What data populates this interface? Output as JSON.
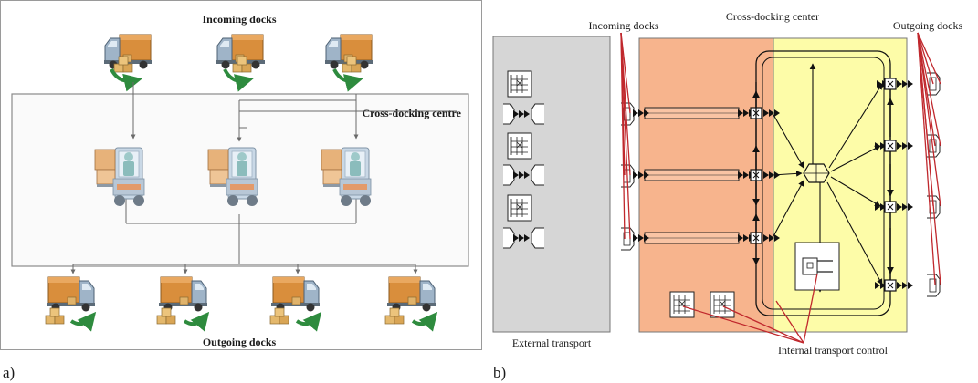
{
  "panel_a": {
    "letter": "a)",
    "incoming_label": "Incoming docks",
    "centre_label": "Cross-docking centre",
    "outgoing_label": "Outgoing docks"
  },
  "panel_b": {
    "letter": "b)",
    "incoming_label": "Incoming docks",
    "centre_label": "Cross-docking center",
    "outgoing_label": "Outgoing docks",
    "external_label": "External transport",
    "internal_label": "Internal transport control"
  },
  "colors": {
    "external_zone": "#d6d6d6",
    "orange_zone": "#f7b48d",
    "yellow_zone": "#fdfca8",
    "annotation_red": "#c0282d",
    "truck_green": "#2e8b3e",
    "truck_box": "#d98e3c",
    "cab_blue": "#9fb4c8"
  }
}
